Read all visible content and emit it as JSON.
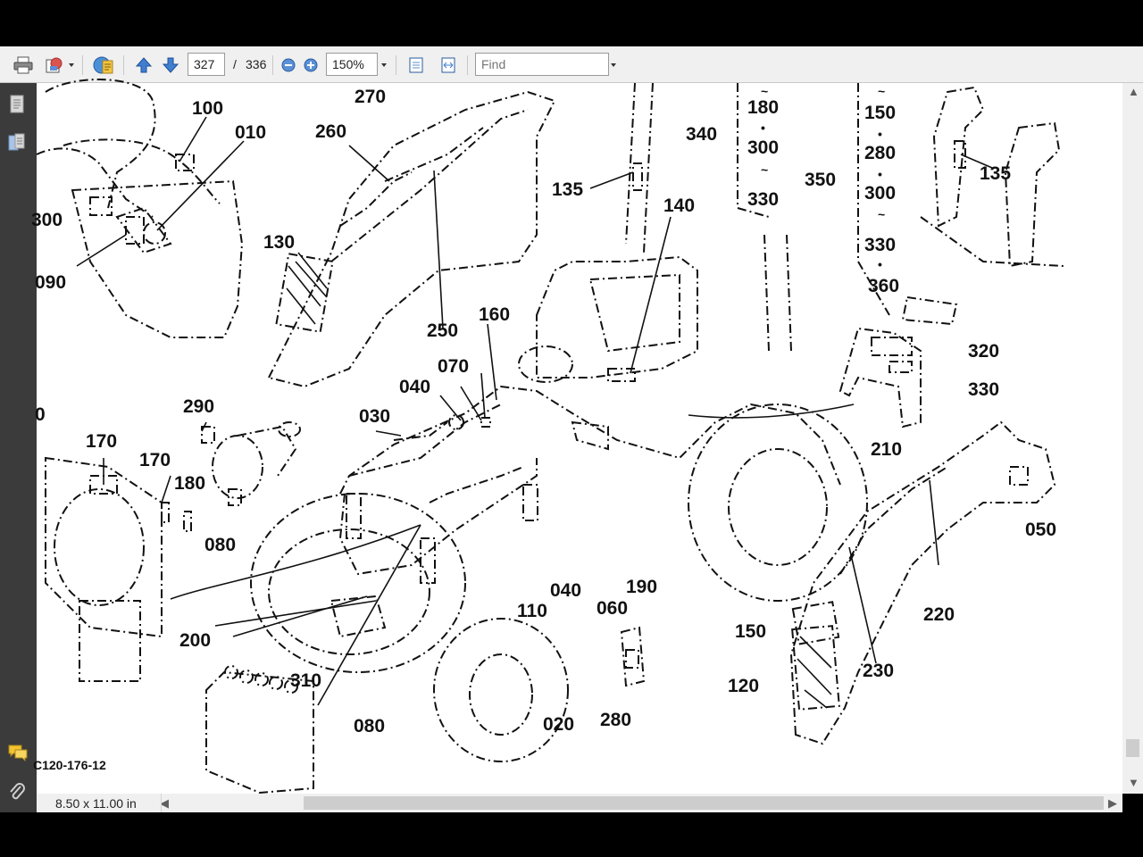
{
  "toolbar": {
    "print_icon": "print-icon",
    "export_icon": "export-icon",
    "share_icon": "share-icon",
    "prev_icon": "arrow-up-icon",
    "next_icon": "arrow-down-icon",
    "page_current": "327",
    "page_separator": "/",
    "page_total": "336",
    "zoom_out_icon": "zoom-out-icon",
    "zoom_in_icon": "zoom-in-icon",
    "zoom_value": "150%",
    "fit_page_icon": "fit-page-icon",
    "fit_width_icon": "fit-width-icon",
    "find_placeholder": "Find"
  },
  "left_panel": {
    "pages_icon": "pages-icon",
    "bookmarks_icon": "bookmarks-icon",
    "comments_icon": "comments-icon",
    "attachments_icon": "paperclip-icon"
  },
  "status": {
    "page_size": "8.50 x 11.00 in"
  },
  "drawing": {
    "figure_code": "C120-176-12",
    "callouts": [
      "100",
      "010",
      "300",
      "090",
      "270",
      "260",
      "130",
      "250",
      "160",
      "135",
      "140",
      "340",
      "180",
      "300",
      "330",
      "350",
      "150",
      "280",
      "300",
      "330",
      "360",
      "135",
      "320",
      "330",
      "070",
      "040",
      "030",
      "290",
      "170",
      "170",
      "180",
      "080",
      "0",
      "200",
      "310",
      "080",
      "020",
      "110",
      "040",
      "060",
      "190",
      "280",
      "210",
      "050",
      "220",
      "150",
      "230",
      "120"
    ]
  }
}
